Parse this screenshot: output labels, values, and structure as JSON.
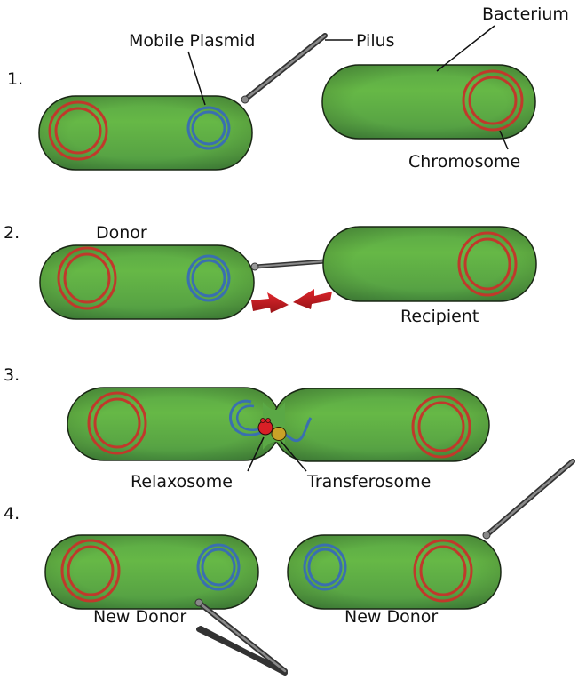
{
  "colors": {
    "cell_fill": "#5fb04a",
    "cell_highlight": "#6cbf47",
    "cell_shadow": "#3f8a35",
    "cell_outline": "#1c2a17",
    "chromosome": "#c0392b",
    "plasmid": "#3a6fb0",
    "pilus": "#555555",
    "arrow": "#c81e24",
    "relaxosome": "#d91f26",
    "transferosome": "#c9a227"
  },
  "steps": [
    {
      "number": "1.",
      "labels": {
        "mobile_plasmid": "Mobile Plasmid",
        "pilus": "Pilus",
        "bacterium": "Bacterium",
        "chromosome": "Chromosome"
      }
    },
    {
      "number": "2.",
      "labels": {
        "donor": "Donor",
        "recipient": "Recipient"
      }
    },
    {
      "number": "3.",
      "labels": {
        "relaxosome": "Relaxosome",
        "transferosome": "Transferosome"
      }
    },
    {
      "number": "4.",
      "labels": {
        "new_donor_left": "New Donor",
        "new_donor_right": "New Donor"
      }
    }
  ]
}
